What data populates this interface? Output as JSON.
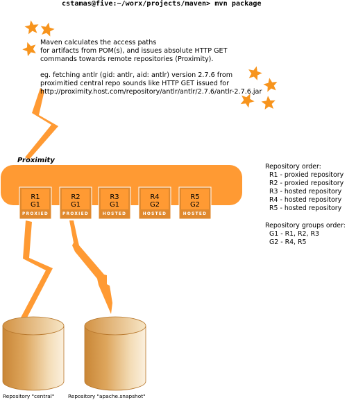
{
  "command": "cstamas@five:~/worx/projects/maven> mvn package",
  "description": [
    "Maven calculates the access paths",
    "for artifacts from POM(s), and issues absolute HTTP GET",
    "commands towards remote repositories (Proximity).",
    "",
    "eg. fetching antlr (gid: antlr, aid: antlr) version 2.7.6 from",
    "proximitied central repo sounds like HTTP GET issued for",
    "http://proximity.host.com/repository/antlr/antlr/2.7.6/antlr-2.7.6.jar"
  ],
  "proximity_label": "Proximity",
  "repositories": [
    {
      "id": "R1",
      "group": "G1",
      "type": "PROXIED"
    },
    {
      "id": "R2",
      "group": "G1",
      "type": "PROXIED"
    },
    {
      "id": "R3",
      "group": "G1",
      "type": "HOSTED"
    },
    {
      "id": "R4",
      "group": "G2",
      "type": "HOSTED"
    },
    {
      "id": "R5",
      "group": "G2",
      "type": "HOSTED"
    }
  ],
  "repository_order": {
    "heading": "Repository order:",
    "items": [
      "R1 - proxied repository",
      "R2 - proxied repository",
      "R3 - hosted repository",
      "R4 - hosted repository",
      "R5 - hosted repository"
    ]
  },
  "group_order": {
    "heading": "Repository groups order:",
    "items": [
      "G1 - R1, R2, R3",
      "G2 - R4, R5"
    ]
  },
  "remote_repos": [
    "Repository \"central\"",
    "Repository \"apache.snapshot\""
  ],
  "colors": {
    "orange": "#ff9a33",
    "orange_dark": "#e0892e",
    "cylinder_light": "#f6e7cf",
    "cylinder_mid": "#d9a257",
    "cylinder_dark": "#c98a3f"
  }
}
